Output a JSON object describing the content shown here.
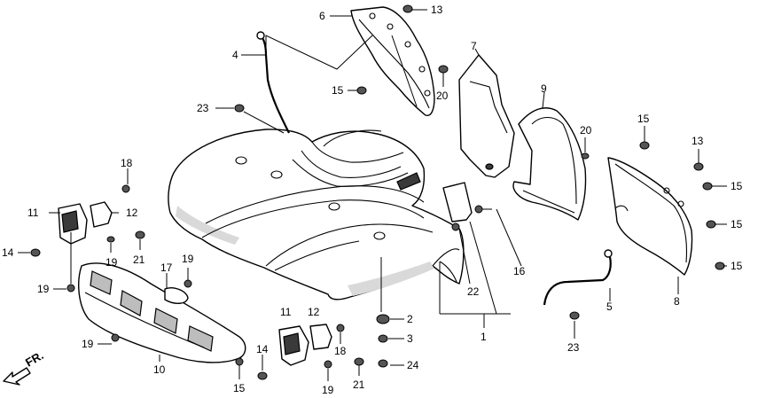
{
  "diagram": {
    "direction_label": "FR.",
    "callouts": [
      {
        "id": "c13a",
        "text": "13"
      },
      {
        "id": "c6",
        "text": "6"
      },
      {
        "id": "c4",
        "text": "4"
      },
      {
        "id": "c7",
        "text": "7"
      },
      {
        "id": "c20a",
        "text": "20"
      },
      {
        "id": "c15a",
        "text": "15"
      },
      {
        "id": "c9",
        "text": "9"
      },
      {
        "id": "c23a",
        "text": "23"
      },
      {
        "id": "c15b",
        "text": "15"
      },
      {
        "id": "c20b",
        "text": "20"
      },
      {
        "id": "c13b",
        "text": "13"
      },
      {
        "id": "c18a",
        "text": "18"
      },
      {
        "id": "c15c",
        "text": "15"
      },
      {
        "id": "c11a",
        "text": "11"
      },
      {
        "id": "c12a",
        "text": "12"
      },
      {
        "id": "c15d",
        "text": "15"
      },
      {
        "id": "c14a",
        "text": "14"
      },
      {
        "id": "c19a",
        "text": "19"
      },
      {
        "id": "c21a",
        "text": "21"
      },
      {
        "id": "c16",
        "text": "16"
      },
      {
        "id": "c15e",
        "text": "15"
      },
      {
        "id": "c17",
        "text": "17"
      },
      {
        "id": "c19b",
        "text": "19"
      },
      {
        "id": "c19c",
        "text": "19"
      },
      {
        "id": "c22",
        "text": "22"
      },
      {
        "id": "c5",
        "text": "5"
      },
      {
        "id": "c8",
        "text": "8"
      },
      {
        "id": "c11b",
        "text": "11"
      },
      {
        "id": "c12b",
        "text": "12"
      },
      {
        "id": "c2",
        "text": "2"
      },
      {
        "id": "c18b",
        "text": "18"
      },
      {
        "id": "c1",
        "text": "1"
      },
      {
        "id": "c3",
        "text": "3"
      },
      {
        "id": "c23b",
        "text": "23"
      },
      {
        "id": "c19d",
        "text": "19"
      },
      {
        "id": "c14b",
        "text": "14"
      },
      {
        "id": "c10",
        "text": "10"
      },
      {
        "id": "c24",
        "text": "24"
      },
      {
        "id": "c21b",
        "text": "21"
      },
      {
        "id": "c15f",
        "text": "15"
      },
      {
        "id": "c19e",
        "text": "19"
      }
    ]
  }
}
